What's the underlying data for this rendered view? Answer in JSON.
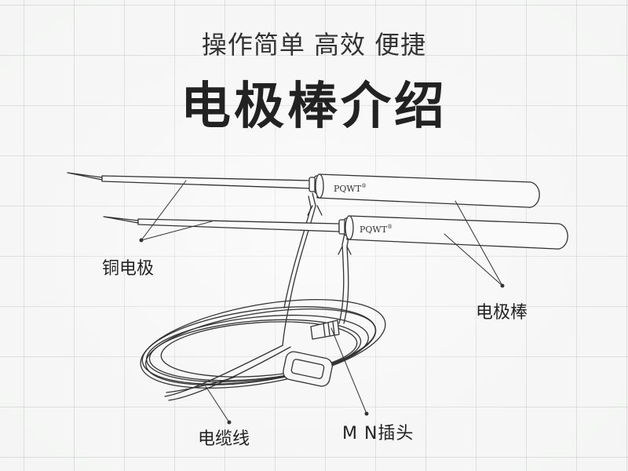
{
  "header": {
    "subtitle": "操作简单 高效 便捷",
    "title": "电极棒介绍"
  },
  "labels": {
    "copper_electrode": "铜电极",
    "electrode_rod": "电极棒",
    "cable": "电缆线",
    "mn_plug": "M N插头"
  },
  "rods": {
    "brand_top": "PQWT",
    "brand_bottom": "PQWT",
    "registered_mark": "®"
  },
  "colors": {
    "line": "#333333",
    "background": "#f4f5f4",
    "grid": "#aab0b0"
  }
}
